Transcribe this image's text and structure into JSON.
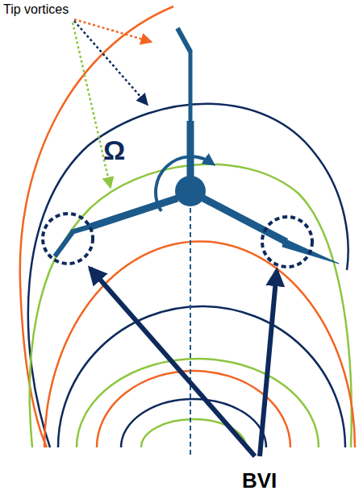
{
  "diagram": {
    "labels": [
      "Tip vortices",
      "Ω",
      "BVI"
    ]
  }
}
